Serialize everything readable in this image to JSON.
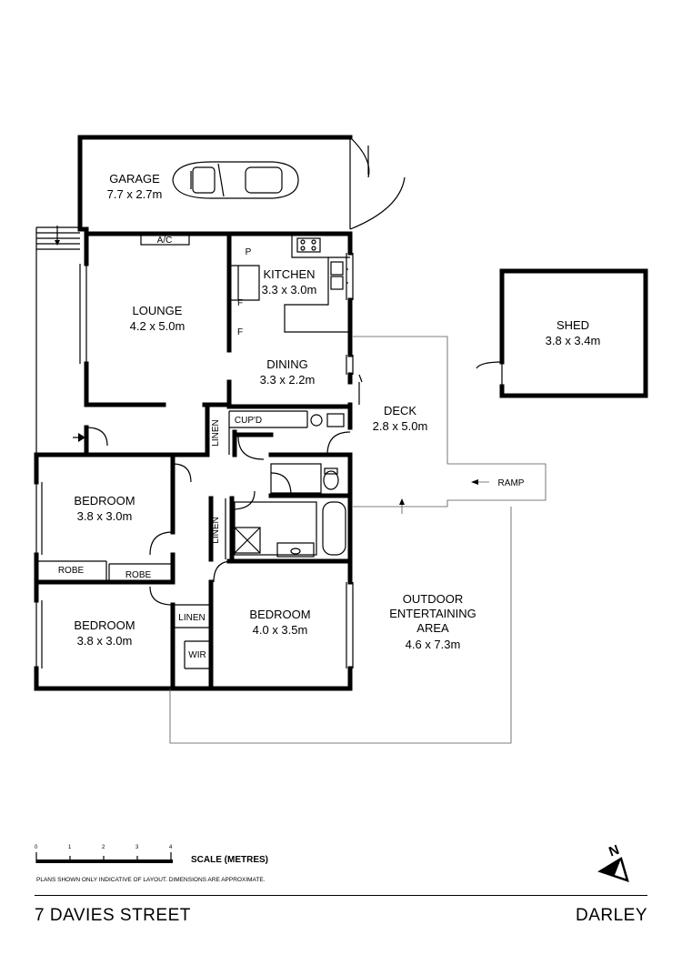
{
  "rooms": {
    "garage": {
      "name": "GARAGE",
      "size": "7.7 x 2.7m"
    },
    "lounge": {
      "name": "LOUNGE",
      "size": "4.2 x 5.0m"
    },
    "kitchen": {
      "name": "KITCHEN",
      "size": "3.3 x 3.0m"
    },
    "dining": {
      "name": "DINING",
      "size": "3.3 x 2.2m"
    },
    "deck": {
      "name": "DECK",
      "size": "2.8 x 5.0m"
    },
    "shed": {
      "name": "SHED",
      "size": "3.8 x 3.4m"
    },
    "bedroom1": {
      "name": "BEDROOM",
      "size": "3.8 x 3.0m"
    },
    "bedroom2": {
      "name": "BEDROOM",
      "size": "3.8 x 3.0m"
    },
    "bedroom3": {
      "name": "BEDROOM",
      "size": "4.0 x 3.5m"
    },
    "outdoor": {
      "line1": "OUTDOOR",
      "line2": "ENTERTAINING",
      "line3": "AREA",
      "size": "4.6 x 7.3m"
    }
  },
  "fixtures": {
    "ac": "A/C",
    "pantry": "P",
    "fridge1": "F",
    "fridge2": "F",
    "cupd": "CUP'D",
    "linen1": "LINEN",
    "linen2": "LINEN",
    "linen3": "LINEN",
    "robe1": "ROBE",
    "robe2": "ROBE",
    "wir": "WIR",
    "ramp": "RAMP"
  },
  "scale": {
    "title": "SCALE (METRES)",
    "ticks": [
      "0",
      "1",
      "2",
      "3",
      "4"
    ],
    "disclaimer": "PLANS SHOWN ONLY INDICATIVE OF LAYOUT.  DIMENSIONS ARE APPROXIMATE."
  },
  "compass": {
    "label": "N"
  },
  "footer": {
    "address": "7 DAVIES STREET",
    "suburb": "DARLEY"
  }
}
